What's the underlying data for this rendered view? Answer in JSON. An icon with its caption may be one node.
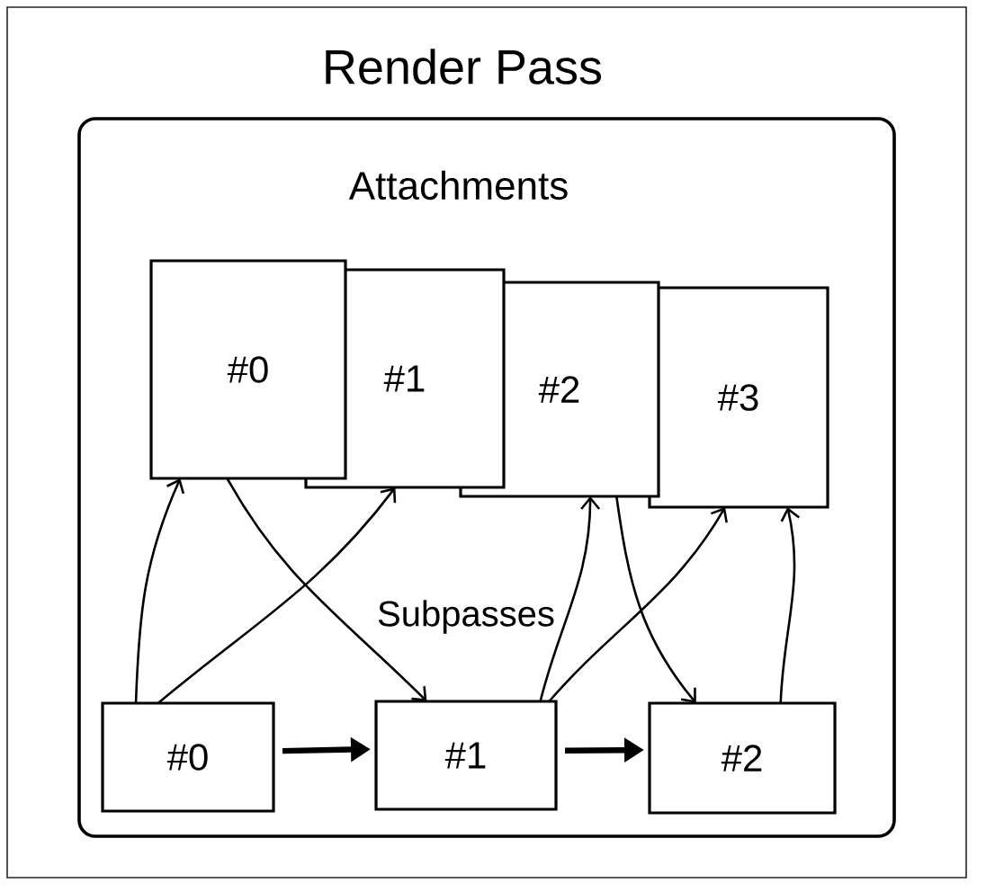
{
  "diagram": {
    "nodes": [
      {
        "text": [
          "Render Pass"
        ]
      },
      {
        "text": [
          "#0"
        ],
        "in": 0
      },
      {
        "text": [
          "#1"
        ],
        "in": 0
      },
      {
        "text": [
          "#2"
        ],
        "in": 0
      },
      {
        "text": [
          "#3"
        ],
        "in": 0
      },
      {
        "text": [
          "#0"
        ],
        "in": 0
      },
      {
        "text": [
          "#1"
        ],
        "in": 0
      },
      {
        "text": [
          "#2"
        ],
        "in": 0
      }
    ],
    "edges": [
      {
        "from": 5,
        "to": 1,
        "arrow": "to"
      },
      {
        "from": 5,
        "to": 2,
        "arrow": "to"
      },
      {
        "from": 1,
        "to": 6,
        "arrow": "to"
      },
      {
        "from": 6,
        "to": 3,
        "arrow": "to"
      },
      {
        "from": 6,
        "to": 4,
        "arrow": "to"
      },
      {
        "from": 3,
        "to": 7,
        "arrow": "to"
      },
      {
        "from": 7,
        "to": 4,
        "arrow": "to"
      },
      {
        "from": 5,
        "to": 6,
        "arrow": "to",
        "style": "thick"
      },
      {
        "from": 6,
        "to": 7,
        "arrow": "to",
        "style": "thick"
      }
    ],
    "labels": [
      "Attachments",
      "Subpasses"
    ]
  }
}
